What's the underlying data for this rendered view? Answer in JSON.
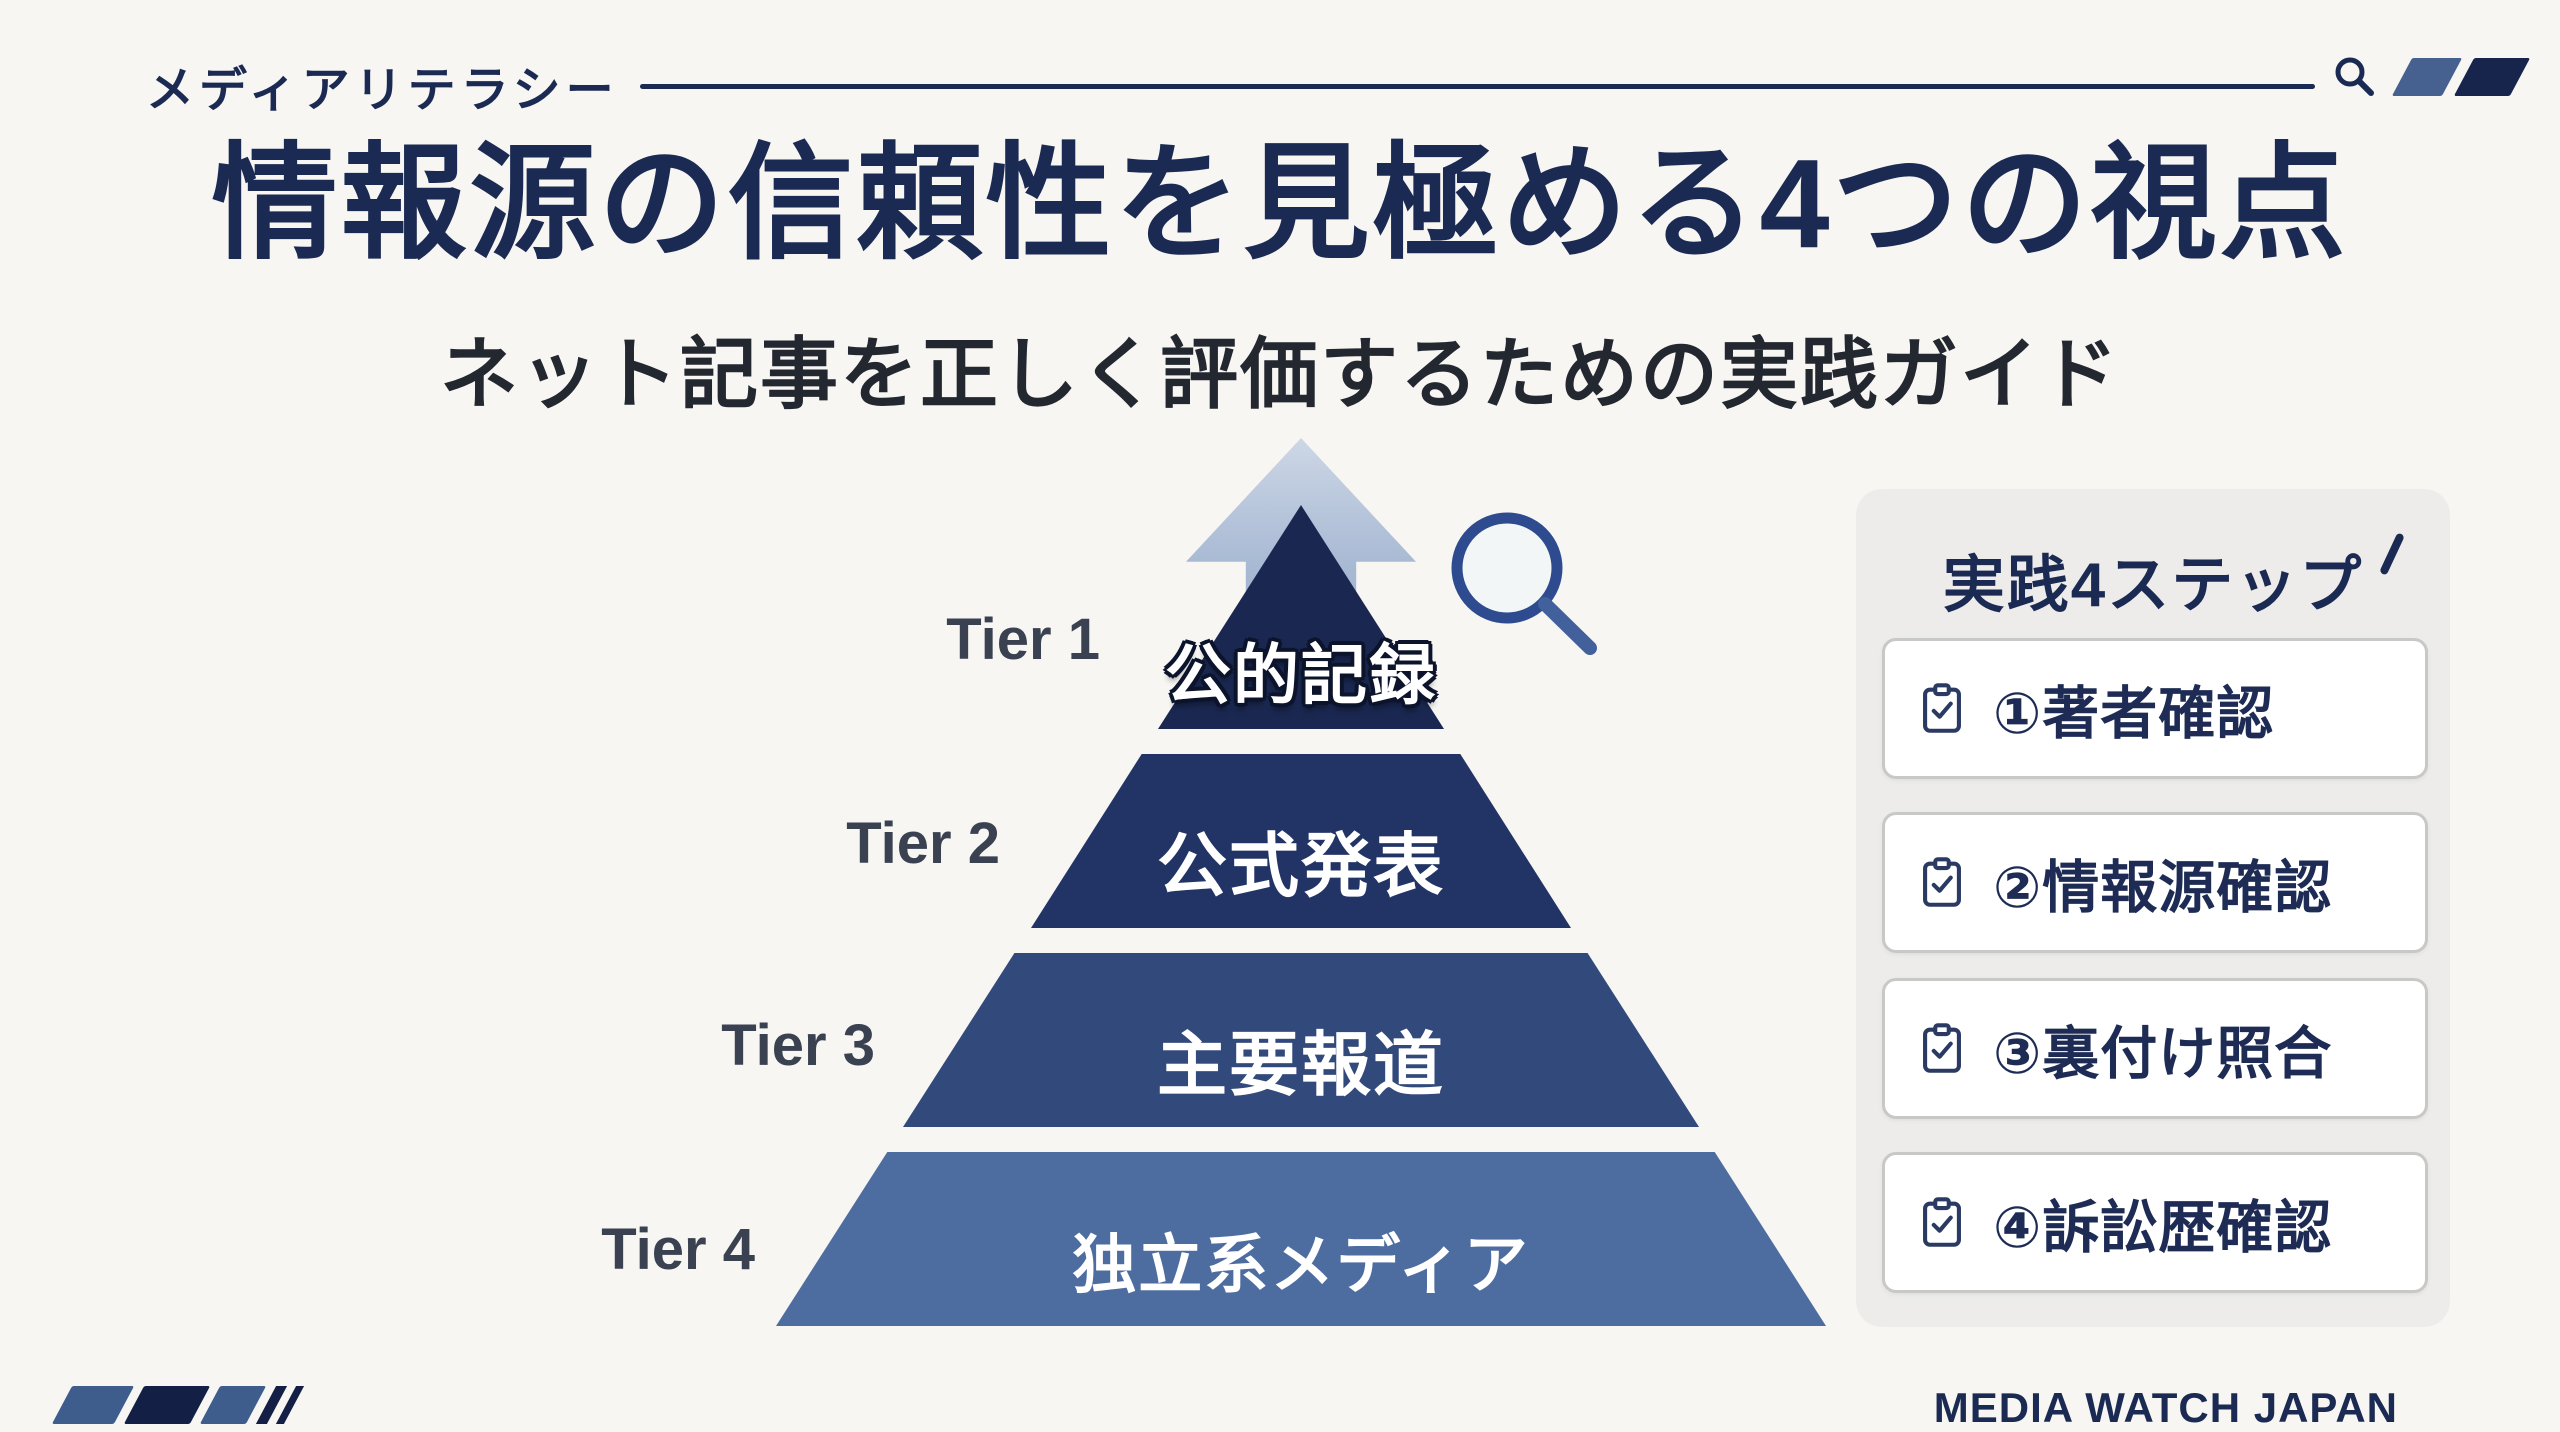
{
  "slide": {
    "background": "#f7f6f3",
    "accent_navy": "#1b2a52"
  },
  "header": {
    "category_label": "メディアリテラシー"
  },
  "title": {
    "main": "情報源の信頼性を見極める4つの視点",
    "subtitle": "ネット記事を正しく評価するための実践ガイド"
  },
  "pyramid": {
    "arrow_color": "#aebfd8",
    "tiers": [
      {
        "label": "Tier 1",
        "text": "公的記録",
        "color": "#1a2750"
      },
      {
        "label": "Tier 2",
        "text": "公式発表",
        "color": "#223465"
      },
      {
        "label": "Tier 3",
        "text": "主要報道",
        "color": "#32497c"
      },
      {
        "label": "Tier 4",
        "text": "独立系メディア",
        "color": "#4d6c9f"
      }
    ]
  },
  "steps_panel": {
    "title": "実践4ステップ",
    "panel_bg": "#edecea",
    "box_border": "#c8c8c6",
    "items": [
      {
        "text": "①著者確認"
      },
      {
        "text": "②情報源確認"
      },
      {
        "text": "③裏付け照合"
      },
      {
        "text": "④訴訟歴確認"
      }
    ]
  },
  "footer": {
    "brand": "MEDIA WATCH JAPAN"
  },
  "icons": {
    "header_search": "magnifier-icon",
    "pyramid_search": "magnifier-icon",
    "step_icon": "clipboard-check-icon"
  }
}
